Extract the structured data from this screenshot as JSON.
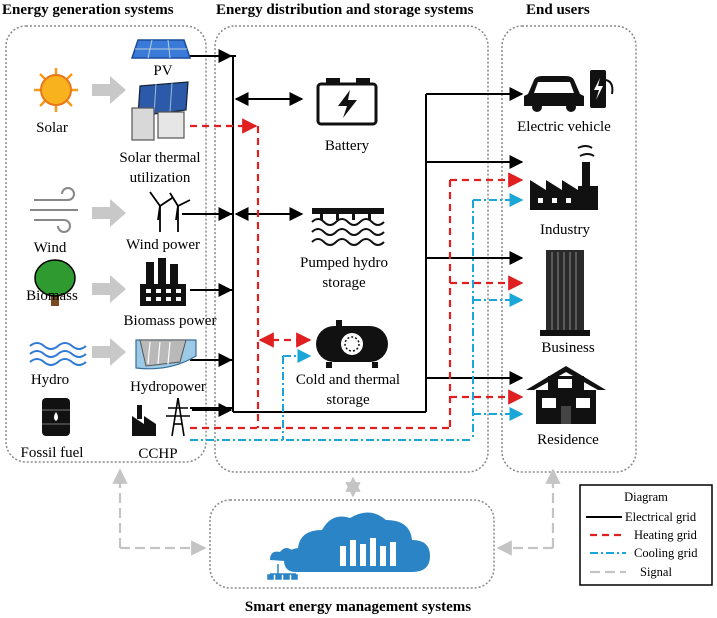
{
  "headers": {
    "generation": "Energy generation systems",
    "distribution": "Energy distribution and storage systems",
    "end_users": "End users",
    "smart": "Smart energy management systems"
  },
  "sources": {
    "solar": "Solar",
    "wind": "Wind",
    "biomass": "Biomass",
    "hydro": "Hydro",
    "fossil": "Fossil fuel"
  },
  "generators": {
    "pv": "PV",
    "solar_thermal_1": "Solar thermal",
    "solar_thermal_2": "utilization",
    "wind_power": "Wind power",
    "biomass_power": "Biomass power",
    "hydropower": "Hydropower",
    "cchp": "CCHP"
  },
  "storage": {
    "battery": "Battery",
    "pumped_1": "Pumped hydro",
    "pumped_2": "storage",
    "cold_1": "Cold and thermal",
    "cold_2": "storage"
  },
  "users": {
    "ev": "Electric vehicle",
    "industry": "Industry",
    "business": "Business",
    "residence": "Residence"
  },
  "legend": {
    "title": "Diagram",
    "electrical": "Electrical grid",
    "heating": "Heating grid",
    "cooling": "Cooling grid",
    "signal": "Signal"
  },
  "colors": {
    "electrical": "#000000",
    "heating": "#e02020",
    "cooling": "#1aa6d6",
    "signal": "#c4c4c4"
  },
  "icons": [
    "sun-icon",
    "solar-panel-icon",
    "solar-thermal-icon",
    "wind-icon",
    "wind-turbine-icon",
    "tree-icon",
    "factory-icon",
    "water-icon",
    "dam-icon",
    "oil-barrel-icon",
    "cchp-tower-icon",
    "battery-icon",
    "pumped-hydro-icon",
    "thermal-tank-icon",
    "car-icon",
    "charger-icon",
    "industry-icon",
    "skyscraper-icon",
    "house-icon",
    "cloud-server-icon"
  ]
}
